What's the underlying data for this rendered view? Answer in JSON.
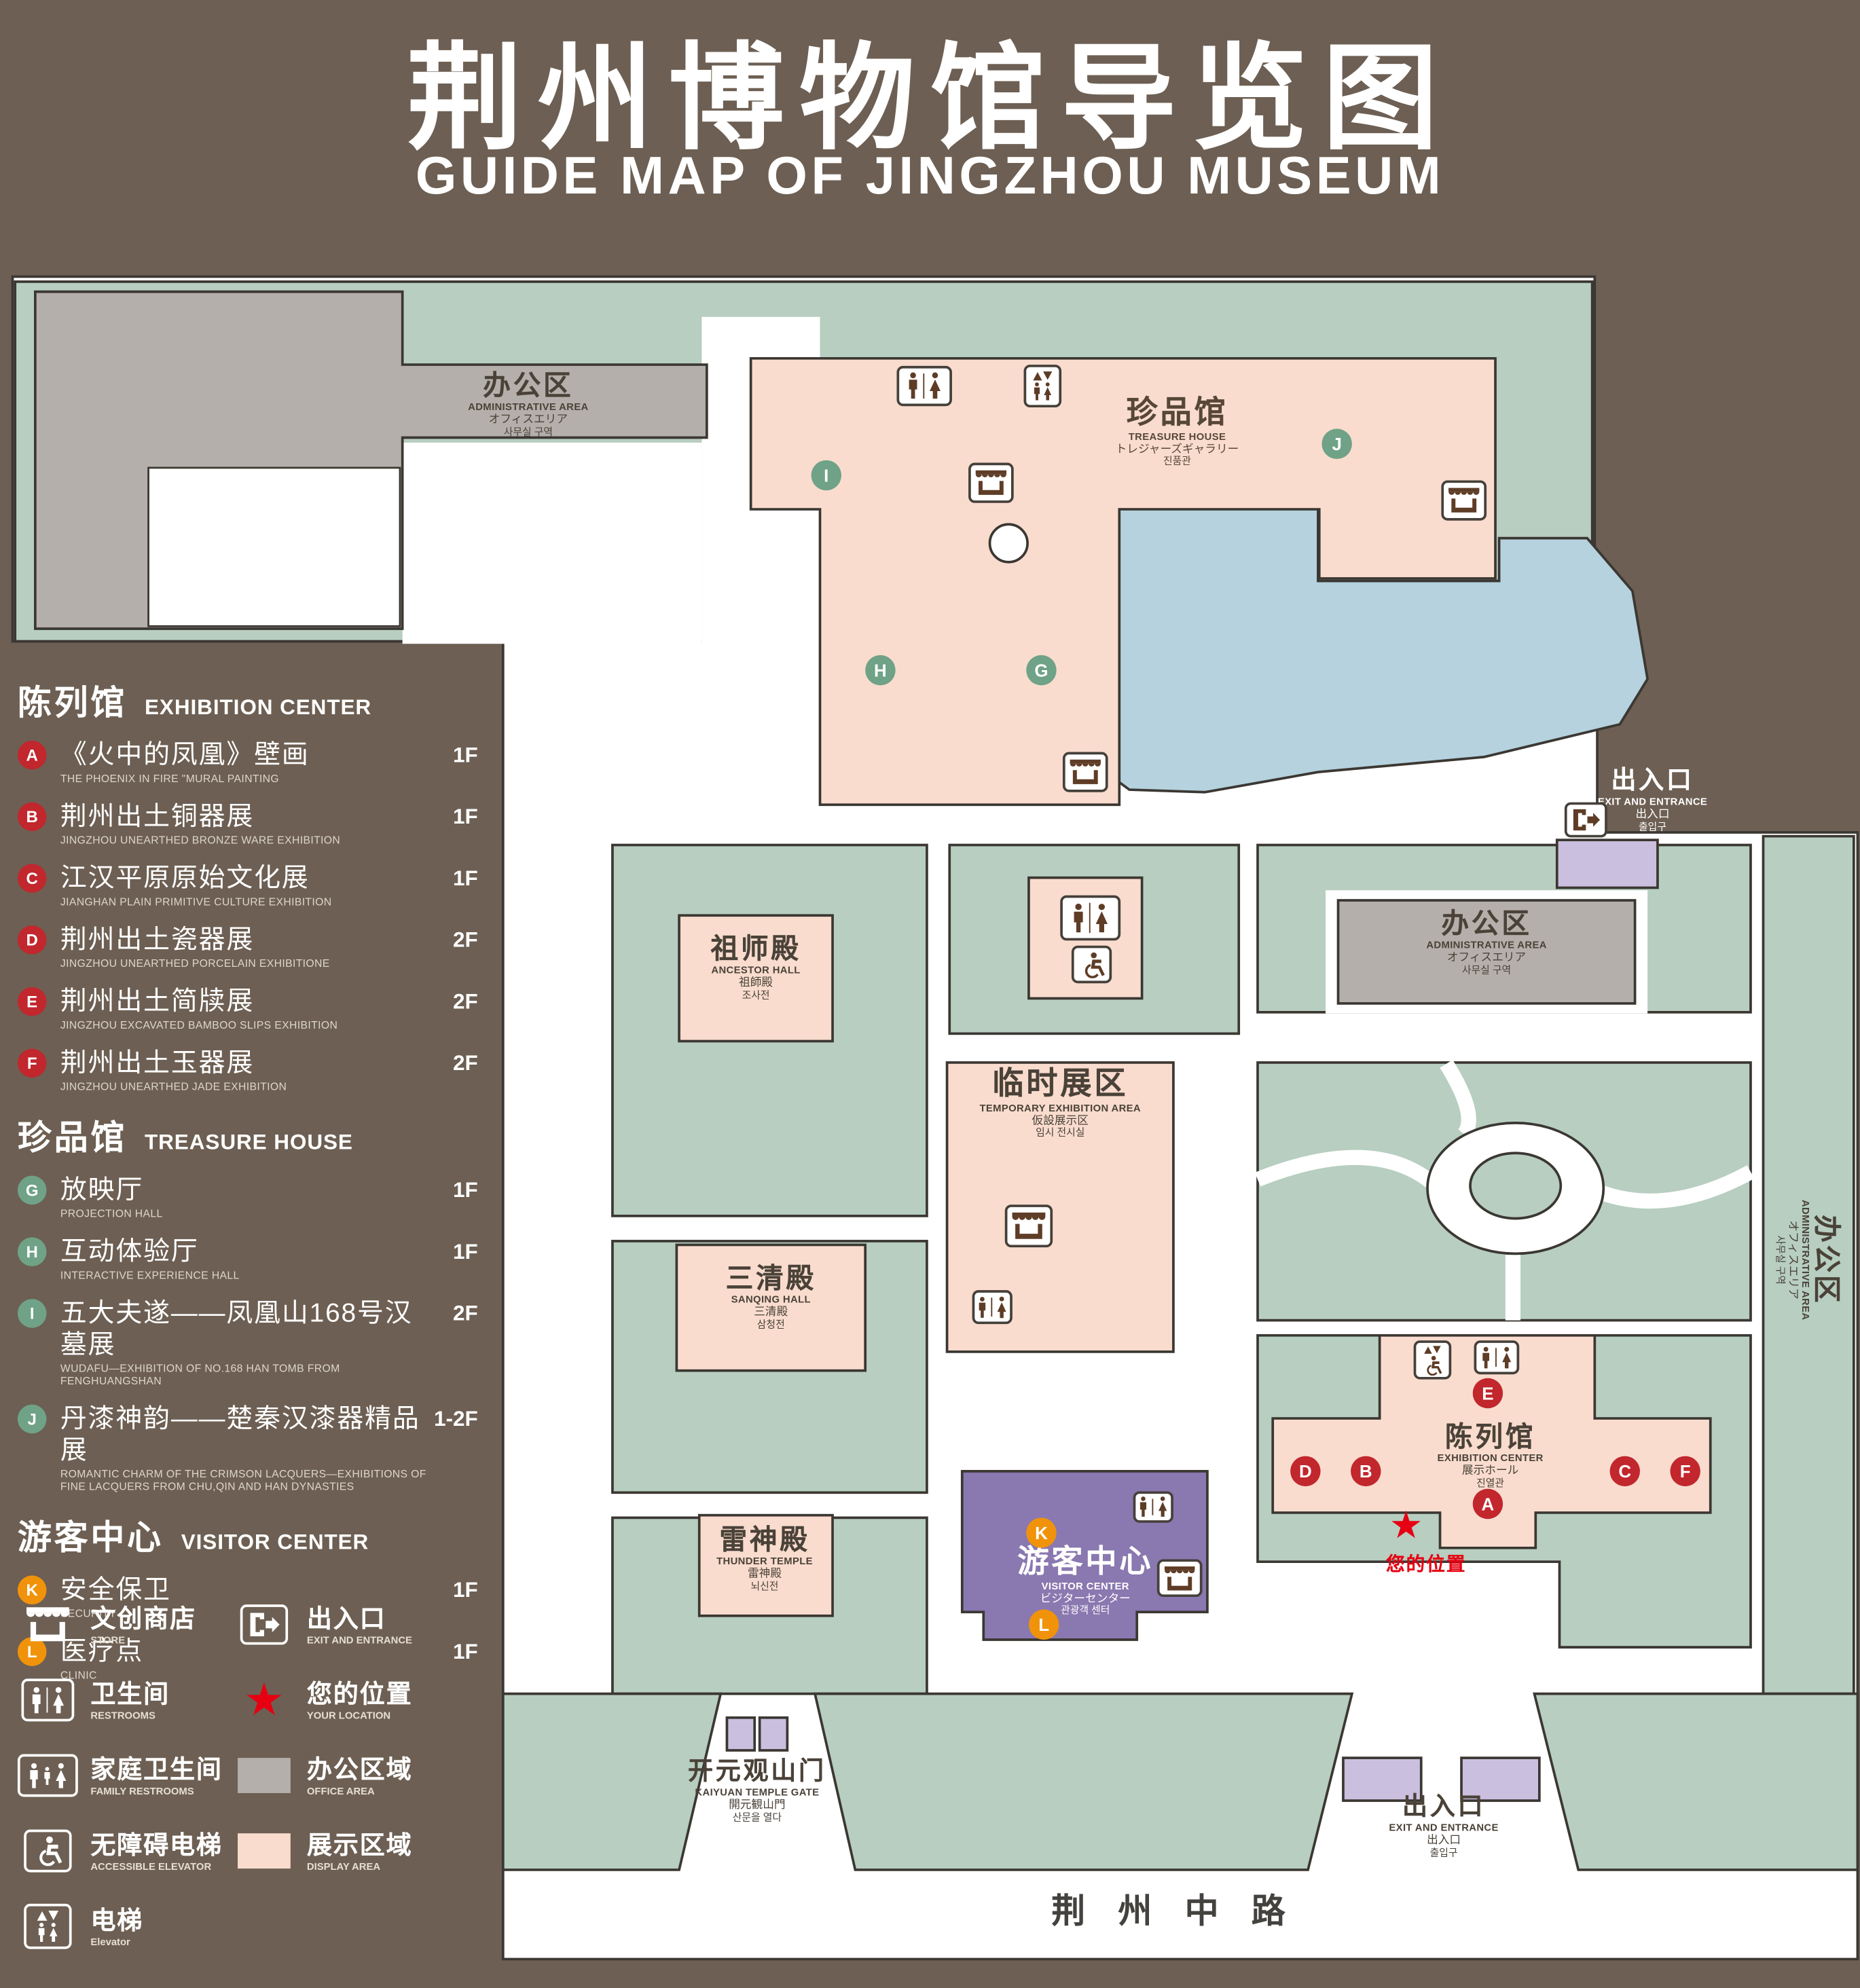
{
  "title": {
    "zh": "荆州博物馆导览图",
    "en": "GUIDE MAP OF JINGZHOU MUSEUM"
  },
  "legend": {
    "sections": [
      {
        "zh": "陈列馆",
        "en": "EXHIBITION CENTER",
        "items": [
          {
            "key": "A",
            "zh": "《火中的凤凰》壁画",
            "en": "THE PHOENIX IN FIRE \"MURAL PAINTING",
            "floor": "1F"
          },
          {
            "key": "B",
            "zh": "荆州出土铜器展",
            "en": "JINGZHOU UNEARTHED BRONZE WARE EXHIBITION",
            "floor": "1F"
          },
          {
            "key": "C",
            "zh": "江汉平原原始文化展",
            "en": "JIANGHAN PLAIN PRIMITIVE CULTURE EXHIBITION",
            "floor": "1F"
          },
          {
            "key": "D",
            "zh": "荆州出土瓷器展",
            "en": "JINGZHOU UNEARTHED PORCELAIN EXHIBITIONE",
            "floor": "2F"
          },
          {
            "key": "E",
            "zh": "荆州出土简牍展",
            "en": "JINGZHOU EXCAVATED BAMBOO SLIPS EXHIBITION",
            "floor": "2F"
          },
          {
            "key": "F",
            "zh": "荆州出土玉器展",
            "en": "JINGZHOU UNEARTHED JADE EXHIBITION",
            "floor": "2F"
          }
        ]
      },
      {
        "zh": "珍品馆",
        "en": "TREASURE HOUSE",
        "items": [
          {
            "key": "G",
            "zh": "放映厅",
            "en": "PROJECTION HALL",
            "floor": "1F"
          },
          {
            "key": "H",
            "zh": "互动体验厅",
            "en": "INTERACTIVE EXPERIENCE HALL",
            "floor": "1F"
          },
          {
            "key": "I",
            "zh": "五大夫遂——凤凰山168号汉墓展",
            "en": "WUDAFU—EXHIBITION OF NO.168 HAN TOMB FROM FENGHUANGSHAN",
            "floor": "2F"
          },
          {
            "key": "J",
            "zh": "丹漆神韵——楚秦汉漆器精品展",
            "en": "ROMANTIC CHARM OF THE CRIMSON LACQUERS—EXHIBITIONS OF FINE LACQUERS FROM CHU,QIN AND HAN DYNASTIES",
            "floor": "1-2F"
          }
        ]
      },
      {
        "zh": "游客中心",
        "en": "VISITOR CENTER",
        "items": [
          {
            "key": "K",
            "zh": "安全保卫",
            "en": "SECURITY",
            "floor": "1F"
          },
          {
            "key": "L",
            "zh": "医疗点",
            "en": "CLINIC",
            "floor": "1F"
          }
        ]
      }
    ],
    "symbols": [
      {
        "zh": "文创商店",
        "en": "STORE"
      },
      {
        "zh": "出入口",
        "en": "EXIT AND ENTRANCE"
      },
      {
        "zh": "卫生间",
        "en": "RESTROOMS"
      },
      {
        "zh": "您的位置",
        "en": "YOUR LOCATION"
      },
      {
        "zh": "家庭卫生间",
        "en": "FAMILY RESTROOMS"
      },
      {
        "zh": "办公区域",
        "en": "OFFICE AREA"
      },
      {
        "zh": "无障碍电梯",
        "en": "ACCESSIBLE ELEVATOR"
      },
      {
        "zh": "展示区域",
        "en": "DISPLAY AREA"
      },
      {
        "zh": "电梯",
        "en": "Elevator"
      }
    ]
  },
  "map": {
    "letters": {
      "a": "A",
      "b": "B",
      "c": "C",
      "d": "D",
      "e": "E",
      "f": "F",
      "g": "G",
      "h": "H",
      "i": "I",
      "j": "J",
      "k": "K",
      "l": "L"
    },
    "labels": {
      "admin_top": {
        "zh": "办公区",
        "en": "ADMINISTRATIVE AREA",
        "jp": "オフィスエリア",
        "kr": "사무실 구역"
      },
      "treasure": {
        "zh": "珍品馆",
        "en": "TREASURE HOUSE",
        "jp": "トレジャーズギャラリー",
        "kr": "진품관"
      },
      "exit_top": {
        "zh": "出入口",
        "en": "EXIT AND ENTRANCE",
        "jp": "出入口",
        "kr": "출입구"
      },
      "admin_mid": {
        "zh": "办公区",
        "en": "ADMINISTRATIVE AREA",
        "jp": "オフィスエリア",
        "kr": "사무실 구역"
      },
      "admin_right": {
        "zh": "办公区",
        "en": "ADMINISTRATIVE AREA",
        "jp": "オフィスエリア",
        "kr": "사무실 구역"
      },
      "ancestor": {
        "zh": "祖师殿",
        "en": "ANCESTOR HALL",
        "jp": "祖師殿",
        "kr": "조사전"
      },
      "temporary": {
        "zh": "临时展区",
        "en": "TEMPORARY EXHIBITION AREA",
        "jp": "仮設展示区",
        "kr": "임시 전시실"
      },
      "sanqing": {
        "zh": "三清殿",
        "en": "SANQING HALL",
        "jp": "三清殿",
        "kr": "삼청전"
      },
      "thunder": {
        "zh": "雷神殿",
        "en": "THUNDER TEMPLE",
        "jp": "雷神殿",
        "kr": "뇌신전"
      },
      "visitor": {
        "zh": "游客中心",
        "en": "VISITOR CENTER",
        "jp": "ビジターセンター",
        "kr": "관광객 센터"
      },
      "exhibition": {
        "zh": "陈列馆",
        "en": "EXHIBITION CENTER",
        "jp": "展示ホール",
        "kr": "진열관"
      },
      "your_location": {
        "zh": "您的位置"
      },
      "kaiyuan_gate": {
        "zh": "开元观山门",
        "en": "KAIYUAN TEMPLE GATE",
        "jp": "開元観山門",
        "kr": "산문을 열다"
      },
      "exit_bottom": {
        "zh": "出入口",
        "en": "EXIT AND ENTRANCE",
        "jp": "出入口",
        "kr": "출입구"
      },
      "road": {
        "zh": "荆州中路"
      }
    }
  },
  "colors": {
    "background": "#6d5f53",
    "path_white": "#ffffff",
    "lawn_green": "#b7cec0",
    "display_area_pink": "#f9dcce",
    "office_area_gray": "#b4afaa",
    "lake_blue": "#b5d2de",
    "visitor_purple": "#8a78b0",
    "entrance_lavender": "#cabfde",
    "badge_red": "#c1272d",
    "badge_green": "#6fa287",
    "badge_orange": "#f0930a",
    "location_red": "#e60012",
    "outline": "#3b3732",
    "icon_brown": "#5e3c26"
  }
}
